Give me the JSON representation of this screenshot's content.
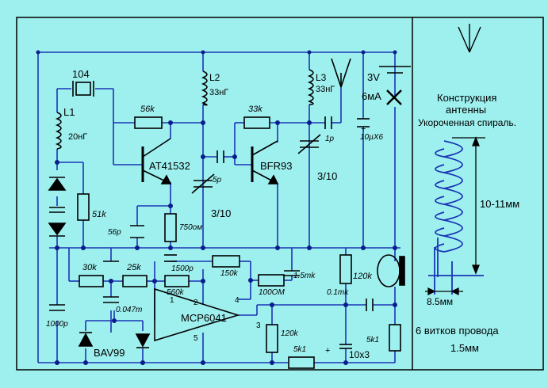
{
  "colors": {
    "background": "#9ef0ef",
    "wire": "#1a35b5",
    "dots": "#0b1d8a",
    "frame": "#000000",
    "ink": "#000000"
  },
  "labels": {
    "cap_104": "104",
    "L1": "L1",
    "L1_val": "20нГ",
    "L2": "L2",
    "L2_val": "33нГ",
    "L3": "L3",
    "L3_val": "33нГ",
    "r56k": "56k",
    "r33k": "33k",
    "q1": "AT41532",
    "q2": "BFR93",
    "c5p": "5p",
    "c1p": "1p",
    "trim1": "3/10",
    "trim2": "3/10",
    "v3": "3V",
    "i6ma": "6мА",
    "c10u": "10µX6",
    "r51k": "51k",
    "c56p": "56p",
    "r750": "750ом",
    "r30k": "30k",
    "r25k": "25k",
    "c1500": "1500p",
    "r150k": "150k",
    "r560k": "560k",
    "r100": "100ОМ",
    "c15mk": "1.5mk",
    "r120k_a": "120k",
    "c01mk": "0.1mk",
    "c0047": "0.047m",
    "c1000": "1000p",
    "diode": "BAV99",
    "chip": "MCP6041",
    "pin1": "1",
    "pin2": "2",
    "pin3": "3",
    "pin4": "4",
    "pin5": "5",
    "r120k_b": "120k",
    "r5k1_a": "5k1",
    "r5k1_b": "5k1",
    "c10x3": "10x3",
    "plus1": "+",
    "plus2": "+"
  },
  "antenna": {
    "title1": "Конструкция",
    "title2": "антенны",
    "title3": "Укороченная спираль.",
    "height": "10-11мм",
    "diameter": "8.5мм",
    "turns": "6 витков провода",
    "wire": "1.5мм"
  }
}
